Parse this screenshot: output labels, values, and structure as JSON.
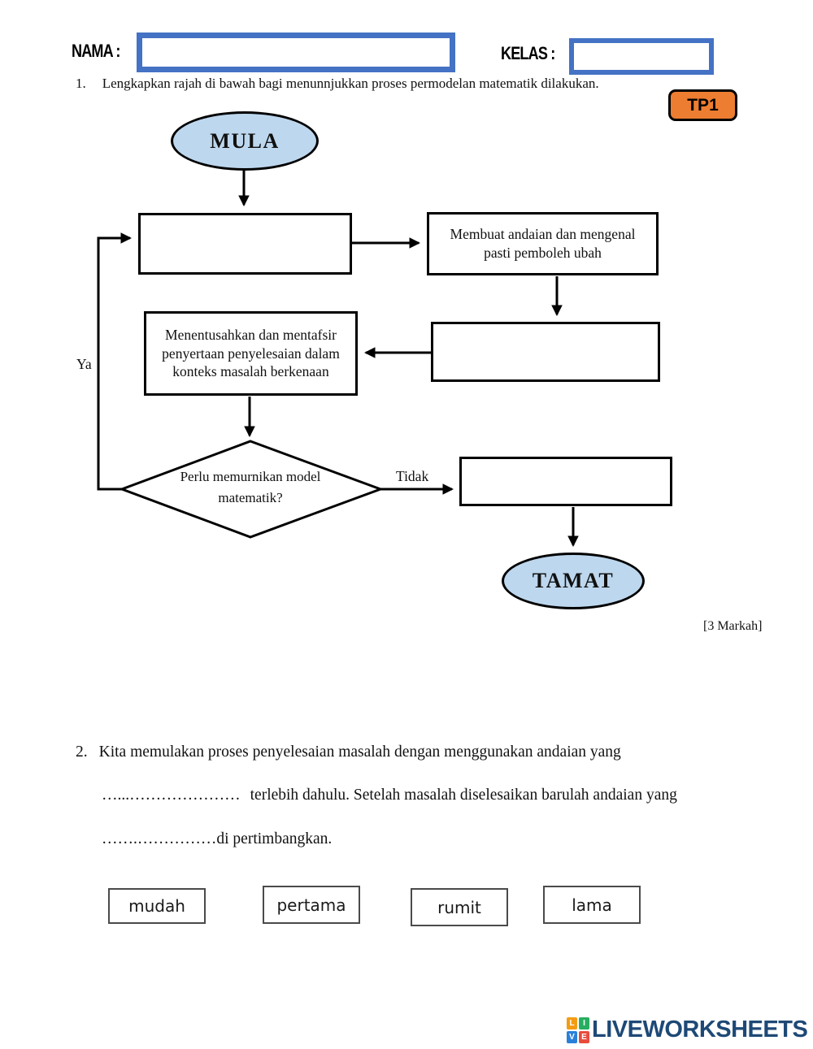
{
  "header": {
    "nama_label": "NAMA :",
    "kelas_label": "KELAS :"
  },
  "q1": {
    "number": "1.",
    "text": "Lengkapkan rajah di bawah bagi menunnjukkan proses permodelan matematik dilakukan.",
    "badge": "TP1",
    "marks": "[3 Markah]"
  },
  "flowchart": {
    "start": "MULA",
    "end": "TAMAT",
    "box_membuat": "Membuat andaian dan mengenal pasti pemboleh ubah",
    "box_menentusahkan": "Menentusahkan dan mentafsir penyertaan penyelesaian dalam konteks masalah berkenaan",
    "decision": "Perlu memurnikan model matematik?",
    "label_ya": "Ya",
    "label_tidak": "Tidak"
  },
  "q2": {
    "number": "2.",
    "line1": "Kita memulakan proses penyelesaian masalah dengan menggunakan andaian yang",
    "line2_blank": "…...…………………",
    "line2_text": "terlebih dahulu. Setelah masalah diselesaikan barulah andaian yang",
    "line3_blank": "…….……………",
    "line3_text": "di pertimbangkan.",
    "word_bank": [
      "mudah",
      "pertama",
      "rumit",
      "lama"
    ]
  },
  "footer": {
    "logo_tiles": [
      "L",
      "I",
      "V",
      "E"
    ],
    "logo_text": "LIVEWORKSHEETS"
  },
  "colors": {
    "input_border": "#4472C4",
    "terminal_fill": "#BDD7EE",
    "badge_fill": "#ED7D31",
    "logo_blue": "#1e4976",
    "tile_orange": "#f39c12",
    "tile_green": "#27ae60",
    "tile_blue": "#2980d9",
    "tile_red": "#e74c3c"
  }
}
